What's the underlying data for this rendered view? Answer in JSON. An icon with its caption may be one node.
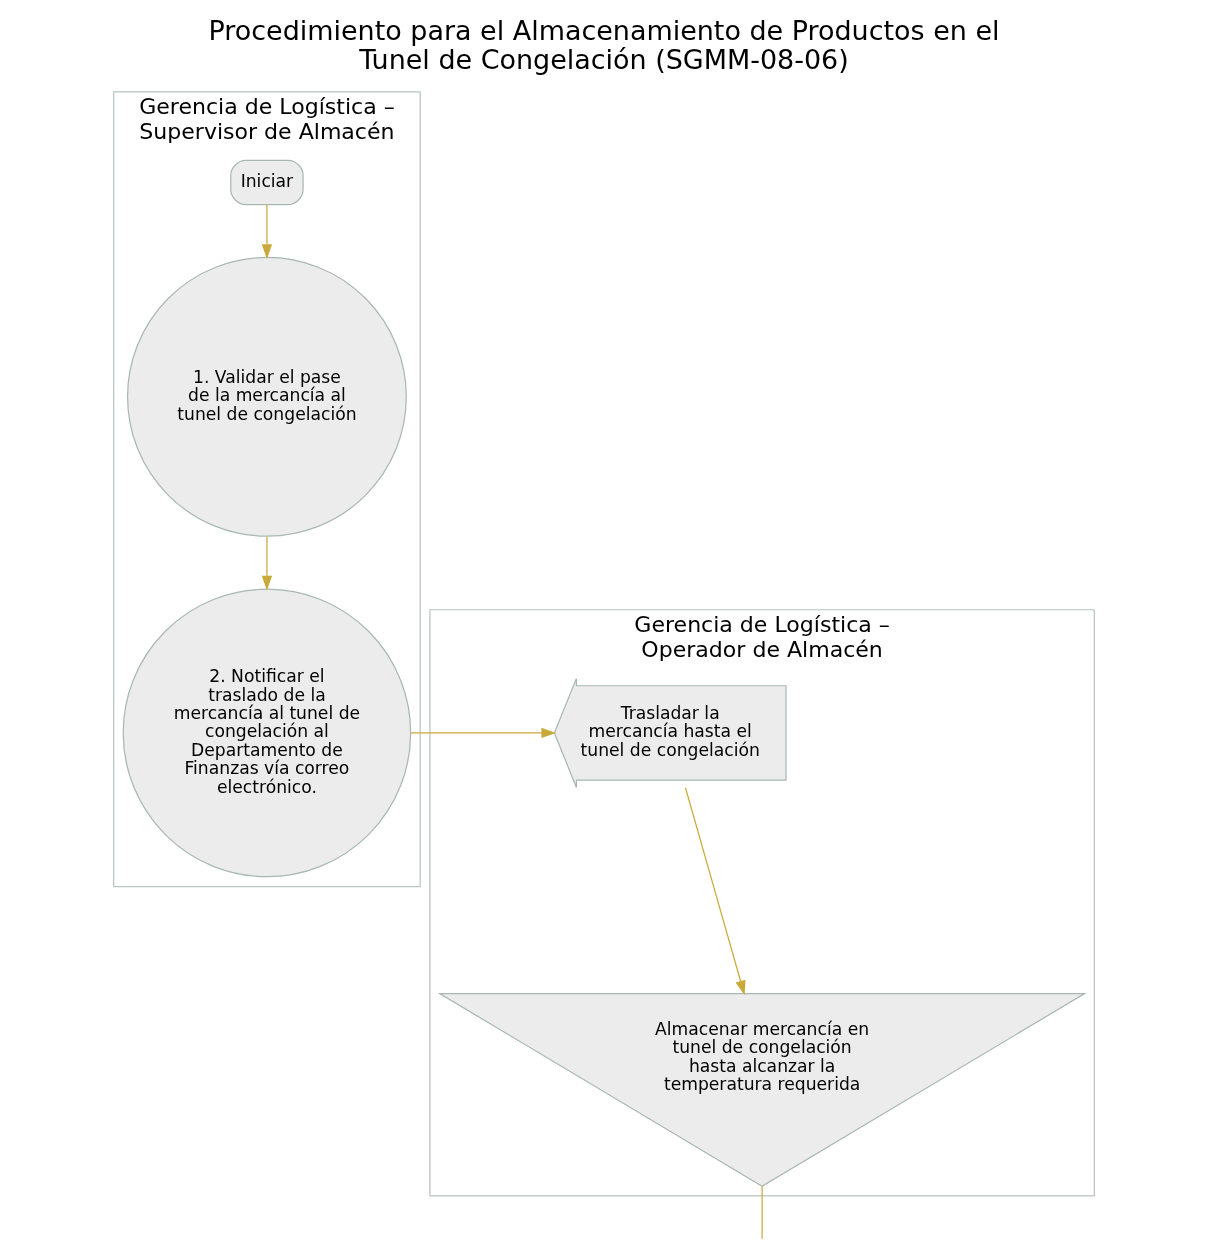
{
  "diagram": {
    "title": "Procedimiento para el Almacenamiento de Productos en el Tunel de Congelación (SGMM-08-06)",
    "nodes": [
      {
        "text": [
          "Gerencia de Logística – Supervisor de Almacén"
        ]
      },
      {
        "text": [
          "Gerencia de Logística – Operador de Almacén"
        ]
      },
      {
        "text": [
          "Iniciar"
        ],
        "in": 0
      },
      {
        "text": [
          "1. Validar el pase de la mercancía al tunel de congelación"
        ],
        "in": 0
      },
      {
        "text": [
          "2. Notificar el traslado de la mercancía al tunel de congelación al Departamento de Finanzas vía correo electrónico."
        ],
        "in": 0
      },
      {
        "text": [
          "Trasladar la mercancía hasta el tunel de congelación"
        ],
        "in": 1
      },
      {
        "text": [
          "Almacenar mercancía en tunel de congelación hasta alcanzar la temperatura requerida"
        ],
        "in": 1
      }
    ],
    "edges": [
      {
        "from": 2,
        "to": 3,
        "arrow": "to"
      },
      {
        "from": 3,
        "to": 4,
        "arrow": "to"
      },
      {
        "from": 4,
        "to": 5,
        "arrow": "to"
      },
      {
        "from": 5,
        "to": 6,
        "arrow": "to"
      },
      {
        "from": 6,
        "to": null,
        "arrow": "none"
      }
    ]
  }
}
